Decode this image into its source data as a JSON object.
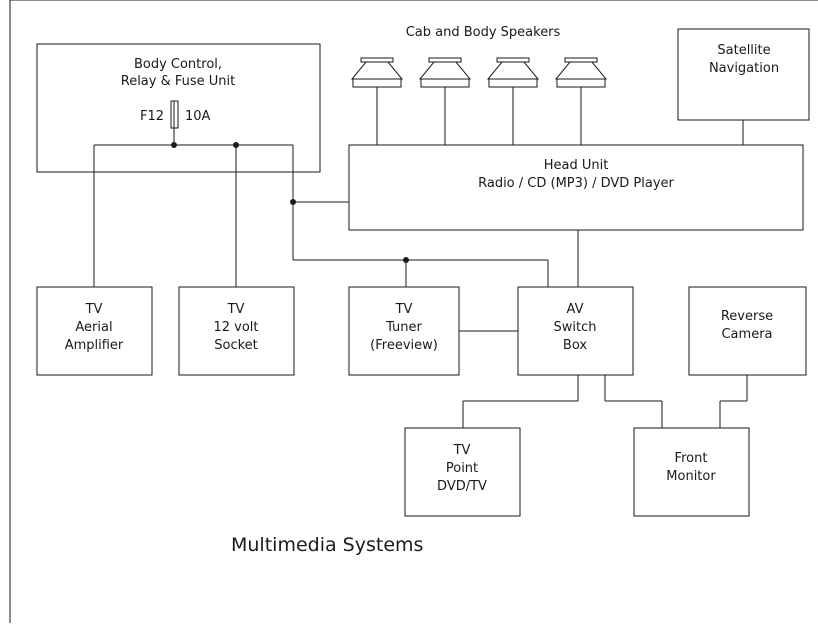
{
  "colors": {
    "line": "#1a1a1a",
    "background": "#ffffff"
  },
  "speakers_label": "Cab and Body Speakers",
  "title": "Multimedia Systems",
  "body_control": {
    "line1": "Body Control,",
    "line2": "Relay & Fuse Unit",
    "fuse_id": "F12",
    "fuse_rating": "10A"
  },
  "satellite": {
    "line1": "Satellite",
    "line2": "Navigation"
  },
  "head_unit": {
    "line1": "Head Unit",
    "line2": "Radio / CD (MP3) / DVD Player"
  },
  "tv_aerial": {
    "line1": "TV",
    "line2": "Aerial",
    "line3": "Amplifier"
  },
  "tv_socket": {
    "line1": "TV",
    "line2": "12 volt",
    "line3": "Socket"
  },
  "tv_tuner": {
    "line1": "TV",
    "line2": "Tuner",
    "line3": "(Freeview)"
  },
  "av_switch": {
    "line1": "AV",
    "line2": "Switch",
    "line3": "Box"
  },
  "reverse_camera": {
    "line1": "Reverse",
    "line2": "Camera"
  },
  "tv_point": {
    "line1": "TV",
    "line2": "Point",
    "line3": "DVD/TV"
  },
  "front_monitor": {
    "line1": "Front",
    "line2": "Monitor"
  }
}
